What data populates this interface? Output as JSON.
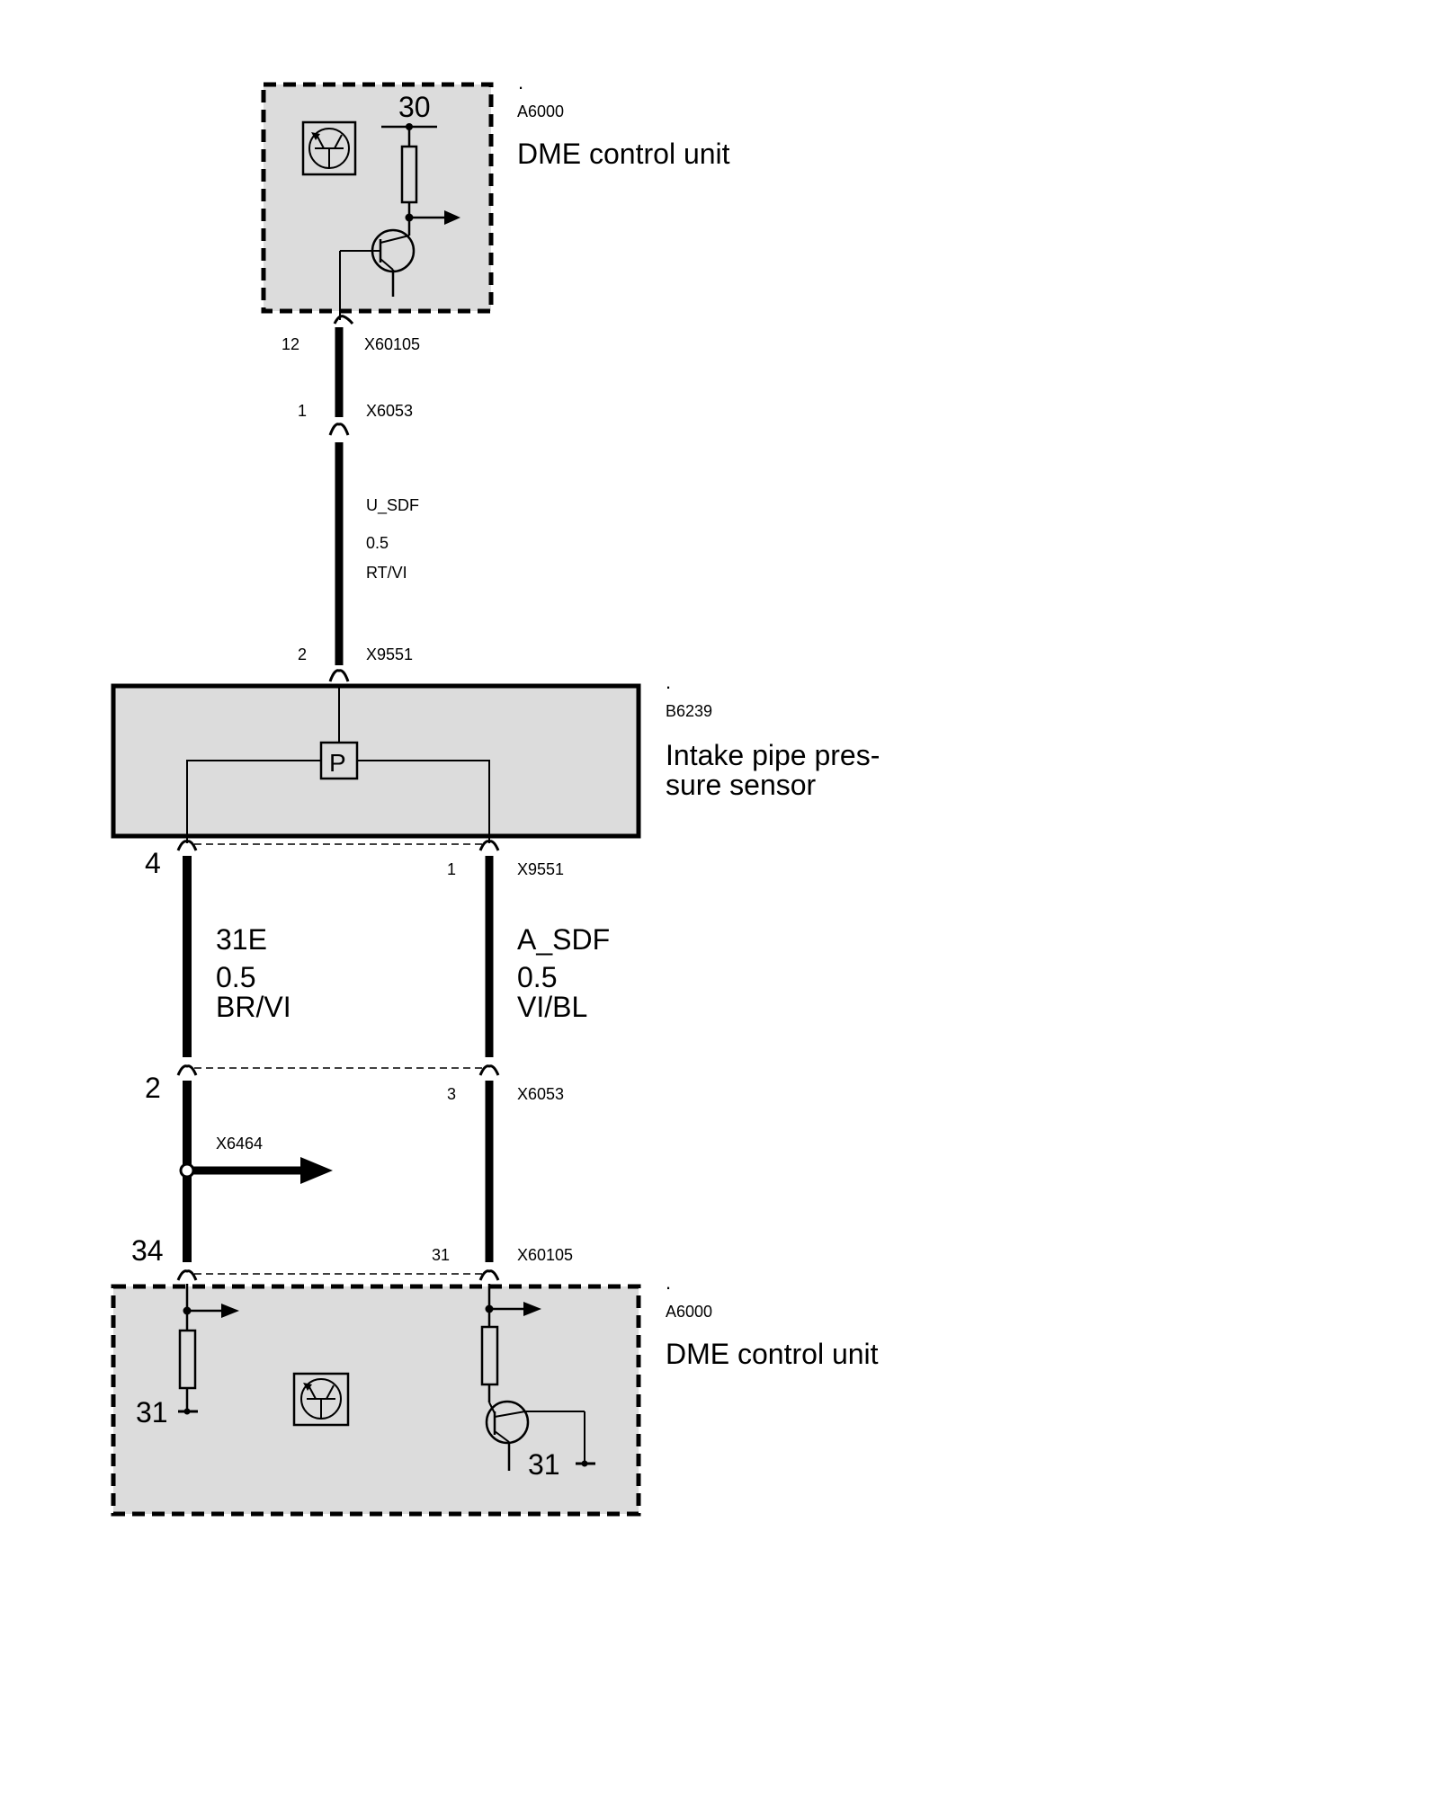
{
  "top_unit": {
    "dot": ".",
    "code": "A6000",
    "name": "DME control unit",
    "terminal": "30"
  },
  "top_connector": {
    "pin_a": "12",
    "conn_a": "X60105",
    "pin_b": "1",
    "conn_b": "X6053"
  },
  "wire_main": {
    "signal": "U_SDF",
    "size": "0.5",
    "color": "RT/VI"
  },
  "sensor_connector_top": {
    "pin": "2",
    "conn": "X9551"
  },
  "sensor": {
    "dot": ".",
    "code": "B6239",
    "name_line1": "Intake pipe pres-",
    "name_line2": "sure sensor",
    "symbol": "P"
  },
  "sensor_connector_bottom": {
    "pin_left": "4",
    "pin_right": "1",
    "conn": "X9551"
  },
  "wire_left": {
    "signal": "31E",
    "size": "0.5",
    "color": "BR/VI"
  },
  "wire_right": {
    "signal": "A_SDF",
    "size": "0.5",
    "color": "VI/BL"
  },
  "mid_connector": {
    "pin_left": "2",
    "pin_right": "3",
    "conn": "X6053"
  },
  "branch": {
    "label": "X6464"
  },
  "bottom_connector": {
    "pin_left": "34",
    "pin_right": "31",
    "conn": "X60105"
  },
  "bottom_unit": {
    "dot": ".",
    "code": "A6000",
    "name": "DME control unit",
    "ground_left": "31",
    "ground_right": "31"
  }
}
